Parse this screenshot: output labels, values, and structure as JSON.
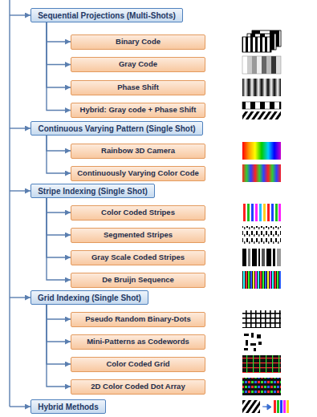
{
  "diagram": {
    "nodes": [
      {
        "text": [
          "Sequential Projections (Multi-Shots)"
        ]
      },
      {
        "text": [
          "Binary Code"
        ]
      },
      {
        "text": [
          "Gray Code"
        ]
      },
      {
        "text": [
          "Phase Shift"
        ]
      },
      {
        "text": [
          "Hybrid: Gray code + Phase Shift"
        ]
      },
      {
        "text": [
          "Continuous Varying Pattern (Single Shot)"
        ]
      },
      {
        "text": [
          "Rainbow 3D Camera"
        ]
      },
      {
        "text": [
          "Continuously Varying Color Code"
        ]
      },
      {
        "text": [
          "Stripe Indexing (Single Shot)"
        ]
      },
      {
        "text": [
          "Color Coded Stripes"
        ]
      },
      {
        "text": [
          "Segmented Stripes"
        ]
      },
      {
        "text": [
          "Gray Scale Coded Stripes"
        ]
      },
      {
        "text": [
          "De Bruijn Sequence"
        ]
      },
      {
        "text": [
          "Grid Indexing (Single Shot)"
        ]
      },
      {
        "text": [
          "Pseudo Random Binary-Dots"
        ]
      },
      {
        "text": [
          "Mini-Patterns as Codewords"
        ]
      },
      {
        "text": [
          "Color Coded Grid"
        ]
      },
      {
        "text": [
          "2D Color Coded Dot Array"
        ]
      },
      {
        "text": [
          "Hybrid Methods"
        ]
      }
    ],
    "edges": [
      {
        "from": 0,
        "to": 1,
        "arrow": "to"
      },
      {
        "from": 0,
        "to": 2,
        "arrow": "to"
      },
      {
        "from": 0,
        "to": 3,
        "arrow": "to"
      },
      {
        "from": 0,
        "to": 4,
        "arrow": "to"
      },
      {
        "from": 5,
        "to": 6,
        "arrow": "to"
      },
      {
        "from": 5,
        "to": 7,
        "arrow": "to"
      },
      {
        "from": 8,
        "to": 9,
        "arrow": "to"
      },
      {
        "from": 8,
        "to": 10,
        "arrow": "to"
      },
      {
        "from": 8,
        "to": 11,
        "arrow": "to"
      },
      {
        "from": 8,
        "to": 12,
        "arrow": "to"
      },
      {
        "from": 13,
        "to": 14,
        "arrow": "to"
      },
      {
        "from": 13,
        "to": 15,
        "arrow": "to"
      },
      {
        "from": 13,
        "to": 16,
        "arrow": "to"
      },
      {
        "from": 13,
        "to": 17,
        "arrow": "to"
      }
    ]
  }
}
